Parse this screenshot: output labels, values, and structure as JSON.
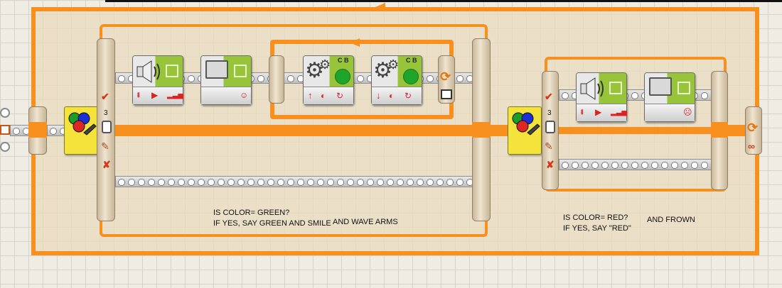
{
  "note_green": {
    "line1": "IS COLOR= GREEN?",
    "line2": "IF YES, SAY GREEN AND SMILE",
    "extra": "AND WAVE ARMS"
  },
  "note_red": {
    "line1": "IS COLOR= RED?",
    "line2": "IF YES, SAY \"RED\"",
    "extra": "AND FROWN"
  },
  "switch1": {
    "case_count": "3"
  },
  "switch2": {
    "case_count": "3"
  },
  "motor1": {
    "ports": "C B"
  },
  "motor2": {
    "ports": "C B"
  },
  "colors": {
    "accent": "#f7901e",
    "beam": "#e6d7bb",
    "block_green": "#98c43a",
    "sensor_yellow": "#f3e33a"
  }
}
